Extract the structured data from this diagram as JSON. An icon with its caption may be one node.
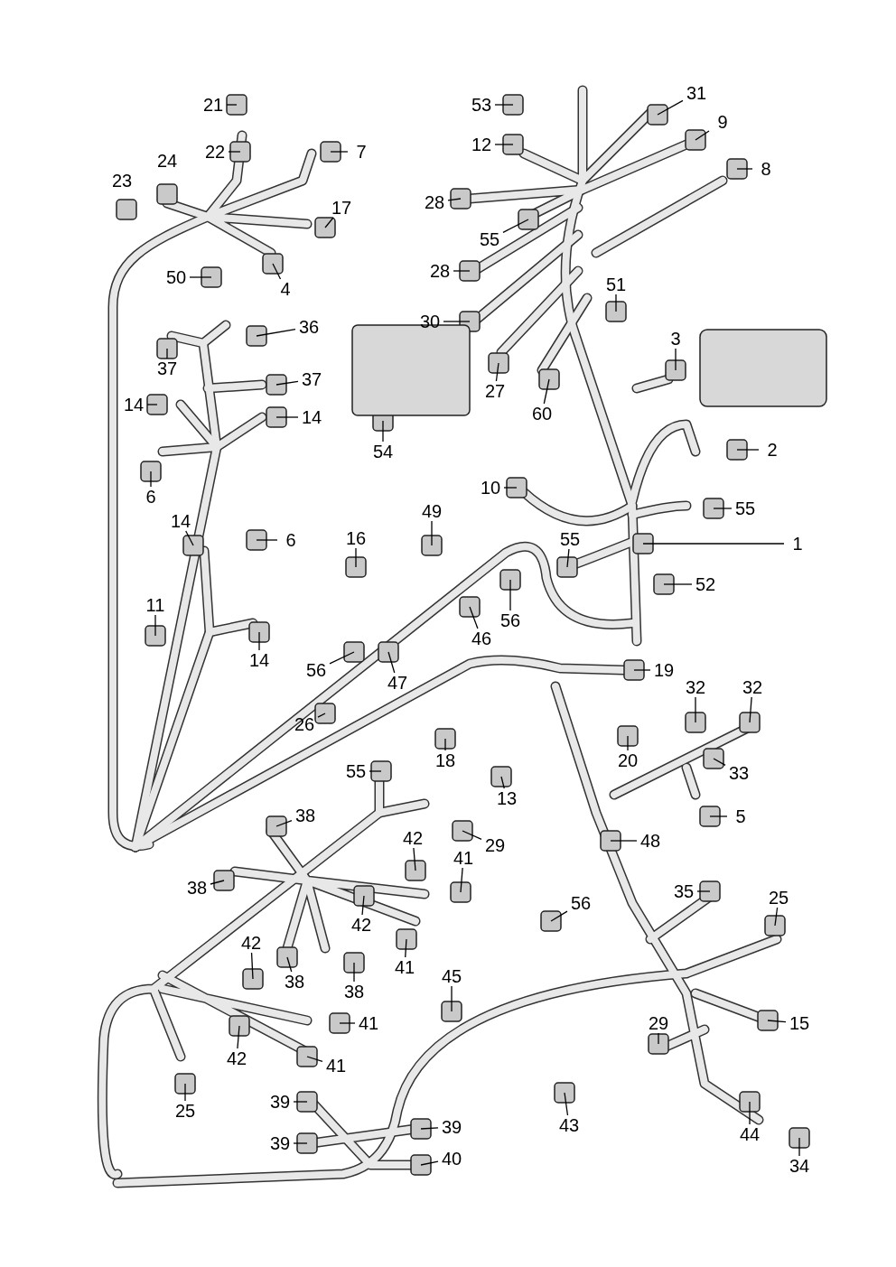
{
  "diagram": {
    "nodes": [
      {
        "text": [
          "31"
        ]
      },
      {
        "text": [
          "21"
        ]
      },
      {
        "text": [
          "53"
        ]
      },
      {
        "text": [
          "9"
        ]
      },
      {
        "text": [
          "12"
        ]
      },
      {
        "text": [
          "22"
        ]
      },
      {
        "text": [
          "7"
        ]
      },
      {
        "text": [
          "8"
        ]
      },
      {
        "text": [
          "28"
        ]
      },
      {
        "text": [
          "17"
        ]
      },
      {
        "text": [
          "55"
        ]
      },
      {
        "text": [
          "28"
        ]
      },
      {
        "text": [
          "50"
        ]
      },
      {
        "text": [
          "51"
        ]
      },
      {
        "text": [
          "4"
        ]
      },
      {
        "text": [
          "30"
        ]
      },
      {
        "text": [
          "36"
        ]
      },
      {
        "text": [
          "3"
        ]
      },
      {
        "text": [
          "37"
        ]
      },
      {
        "text": [
          "37"
        ]
      },
      {
        "text": [
          "27"
        ]
      },
      {
        "text": [
          "14"
        ]
      },
      {
        "text": [
          "60"
        ]
      },
      {
        "text": [
          "14"
        ]
      },
      {
        "text": [
          "2"
        ]
      },
      {
        "text": [
          "54"
        ]
      },
      {
        "text": [
          "10"
        ]
      },
      {
        "text": [
          "6"
        ]
      },
      {
        "text": [
          "55"
        ]
      },
      {
        "text": [
          "49"
        ]
      },
      {
        "text": [
          "14"
        ]
      },
      {
        "text": [
          "16"
        ]
      },
      {
        "text": [
          "55"
        ]
      },
      {
        "text": [
          "6"
        ]
      },
      {
        "text": [
          "1"
        ]
      },
      {
        "text": [
          "52"
        ]
      },
      {
        "text": [
          "11"
        ]
      },
      {
        "text": [
          "56"
        ]
      },
      {
        "text": [
          "46"
        ]
      },
      {
        "text": [
          "14"
        ]
      },
      {
        "text": [
          "19"
        ]
      },
      {
        "text": [
          "56"
        ]
      },
      {
        "text": [
          "47"
        ]
      },
      {
        "text": [
          "32"
        ]
      },
      {
        "text": [
          "32"
        ]
      },
      {
        "text": [
          "26"
        ]
      },
      {
        "text": [
          "18"
        ]
      },
      {
        "text": [
          "20"
        ]
      },
      {
        "text": [
          "55"
        ]
      },
      {
        "text": [
          "33"
        ]
      },
      {
        "text": [
          "13"
        ]
      },
      {
        "text": [
          "38"
        ]
      },
      {
        "text": [
          "5"
        ]
      },
      {
        "text": [
          "42"
        ]
      },
      {
        "text": [
          "48"
        ]
      },
      {
        "text": [
          "29"
        ]
      },
      {
        "text": [
          "41"
        ]
      },
      {
        "text": [
          "38"
        ]
      },
      {
        "text": [
          "35"
        ]
      },
      {
        "text": [
          "25"
        ]
      },
      {
        "text": [
          "56"
        ]
      },
      {
        "text": [
          "42"
        ]
      },
      {
        "text": [
          "42"
        ]
      },
      {
        "text": [
          "41"
        ]
      },
      {
        "text": [
          "45"
        ]
      },
      {
        "text": [
          "38"
        ]
      },
      {
        "text": [
          "38"
        ]
      },
      {
        "text": [
          "41"
        ]
      },
      {
        "text": [
          "15"
        ]
      },
      {
        "text": [
          "29"
        ]
      },
      {
        "text": [
          "42"
        ]
      },
      {
        "text": [
          "41"
        ]
      },
      {
        "text": [
          "39"
        ]
      },
      {
        "text": [
          "25"
        ]
      },
      {
        "text": [
          "43"
        ]
      },
      {
        "text": [
          "39"
        ]
      },
      {
        "text": [
          "44"
        ]
      },
      {
        "text": [
          "39"
        ]
      },
      {
        "text": [
          "40"
        ]
      },
      {
        "text": [
          "34"
        ]
      }
    ],
    "edges": [
      {
        "from": 0,
        "to": null,
        "arrow": "none"
      },
      {
        "from": 1,
        "to": null,
        "arrow": "none"
      },
      {
        "from": 2,
        "to": null,
        "arrow": "none"
      },
      {
        "from": 3,
        "to": null,
        "arrow": "none"
      },
      {
        "from": 4,
        "to": null,
        "arrow": "none"
      },
      {
        "from": 5,
        "to": null,
        "arrow": "none"
      },
      {
        "from": 6,
        "to": null,
        "arrow": "none"
      },
      {
        "from": 7,
        "to": null,
        "arrow": "none"
      },
      {
        "from": 8,
        "to": null,
        "arrow": "none"
      },
      {
        "from": 9,
        "to": null,
        "arrow": "none"
      },
      {
        "from": 10,
        "to": null,
        "arrow": "none"
      },
      {
        "from": 11,
        "to": null,
        "arrow": "none"
      },
      {
        "from": 12,
        "to": null,
        "arrow": "none"
      },
      {
        "from": 13,
        "to": null,
        "arrow": "none"
      },
      {
        "from": 14,
        "to": null,
        "arrow": "none"
      },
      {
        "from": 15,
        "to": null,
        "arrow": "none"
      },
      {
        "from": 16,
        "to": null,
        "arrow": "none"
      },
      {
        "from": 17,
        "to": null,
        "arrow": "none"
      },
      {
        "from": 18,
        "to": null,
        "arrow": "none"
      },
      {
        "from": 19,
        "to": null,
        "arrow": "none"
      },
      {
        "from": 20,
        "to": null,
        "arrow": "none"
      },
      {
        "from": 21,
        "to": null,
        "arrow": "none"
      },
      {
        "from": 22,
        "to": null,
        "arrow": "none"
      },
      {
        "from": 23,
        "to": null,
        "arrow": "none"
      },
      {
        "from": 24,
        "to": null,
        "arrow": "none"
      },
      {
        "from": 25,
        "to": null,
        "arrow": "none"
      },
      {
        "from": 26,
        "to": null,
        "arrow": "none"
      },
      {
        "from": 27,
        "to": null,
        "arrow": "none"
      },
      {
        "from": 28,
        "to": null,
        "arrow": "none"
      },
      {
        "from": 29,
        "to": null,
        "arrow": "none"
      },
      {
        "from": 30,
        "to": null,
        "arrow": "none"
      },
      {
        "from": 31,
        "to": null,
        "arrow": "none"
      },
      {
        "from": 32,
        "to": null,
        "arrow": "none"
      },
      {
        "from": 33,
        "to": null,
        "arrow": "none"
      },
      {
        "from": 34,
        "to": null,
        "arrow": "none"
      },
      {
        "from": 35,
        "to": null,
        "arrow": "none"
      },
      {
        "from": 36,
        "to": null,
        "arrow": "none"
      },
      {
        "from": 37,
        "to": null,
        "arrow": "none"
      },
      {
        "from": 38,
        "to": null,
        "arrow": "none"
      },
      {
        "from": 39,
        "to": null,
        "arrow": "none"
      },
      {
        "from": 40,
        "to": null,
        "arrow": "none"
      },
      {
        "from": 41,
        "to": null,
        "arrow": "none"
      },
      {
        "from": 42,
        "to": null,
        "arrow": "none"
      },
      {
        "from": 43,
        "to": null,
        "arrow": "none"
      },
      {
        "from": 44,
        "to": null,
        "arrow": "none"
      },
      {
        "from": 45,
        "to": null,
        "arrow": "none"
      },
      {
        "from": 46,
        "to": null,
        "arrow": "none"
      },
      {
        "from": 47,
        "to": null,
        "arrow": "none"
      },
      {
        "from": 48,
        "to": null,
        "arrow": "none"
      },
      {
        "from": 49,
        "to": null,
        "arrow": "none"
      },
      {
        "from": 50,
        "to": null,
        "arrow": "none"
      },
      {
        "from": 51,
        "to": null,
        "arrow": "none"
      },
      {
        "from": 52,
        "to": null,
        "arrow": "none"
      },
      {
        "from": 53,
        "to": null,
        "arrow": "none"
      },
      {
        "from": 54,
        "to": null,
        "arrow": "none"
      },
      {
        "from": 55,
        "to": null,
        "arrow": "none"
      },
      {
        "from": 56,
        "to": null,
        "arrow": "none"
      },
      {
        "from": 57,
        "to": null,
        "arrow": "none"
      },
      {
        "from": 58,
        "to": null,
        "arrow": "none"
      },
      {
        "from": 59,
        "to": null,
        "arrow": "none"
      },
      {
        "from": 60,
        "to": null,
        "arrow": "none"
      },
      {
        "from": 61,
        "to": null,
        "arrow": "none"
      },
      {
        "from": 62,
        "to": null,
        "arrow": "none"
      },
      {
        "from": 63,
        "to": null,
        "arrow": "none"
      },
      {
        "from": 64,
        "to": null,
        "arrow": "none"
      },
      {
        "from": 65,
        "to": null,
        "arrow": "none"
      },
      {
        "from": 66,
        "to": null,
        "arrow": "none"
      },
      {
        "from": 67,
        "to": null,
        "arrow": "none"
      },
      {
        "from": 68,
        "to": null,
        "arrow": "none"
      },
      {
        "from": 69,
        "to": null,
        "arrow": "none"
      },
      {
        "from": 70,
        "to": null,
        "arrow": "none"
      },
      {
        "from": 71,
        "to": null,
        "arrow": "none"
      },
      {
        "from": 72,
        "to": null,
        "arrow": "none"
      },
      {
        "from": 73,
        "to": null,
        "arrow": "none"
      },
      {
        "from": 74,
        "to": null,
        "arrow": "none"
      },
      {
        "from": 75,
        "to": null,
        "arrow": "none"
      },
      {
        "from": 76,
        "to": null,
        "arrow": "none"
      },
      {
        "from": 77,
        "to": null,
        "arrow": "none"
      },
      {
        "from": 78,
        "to": null,
        "arrow": "none"
      },
      {
        "from": 79,
        "to": null,
        "arrow": "none"
      }
    ],
    "labels": [
      "23",
      "24"
    ]
  }
}
